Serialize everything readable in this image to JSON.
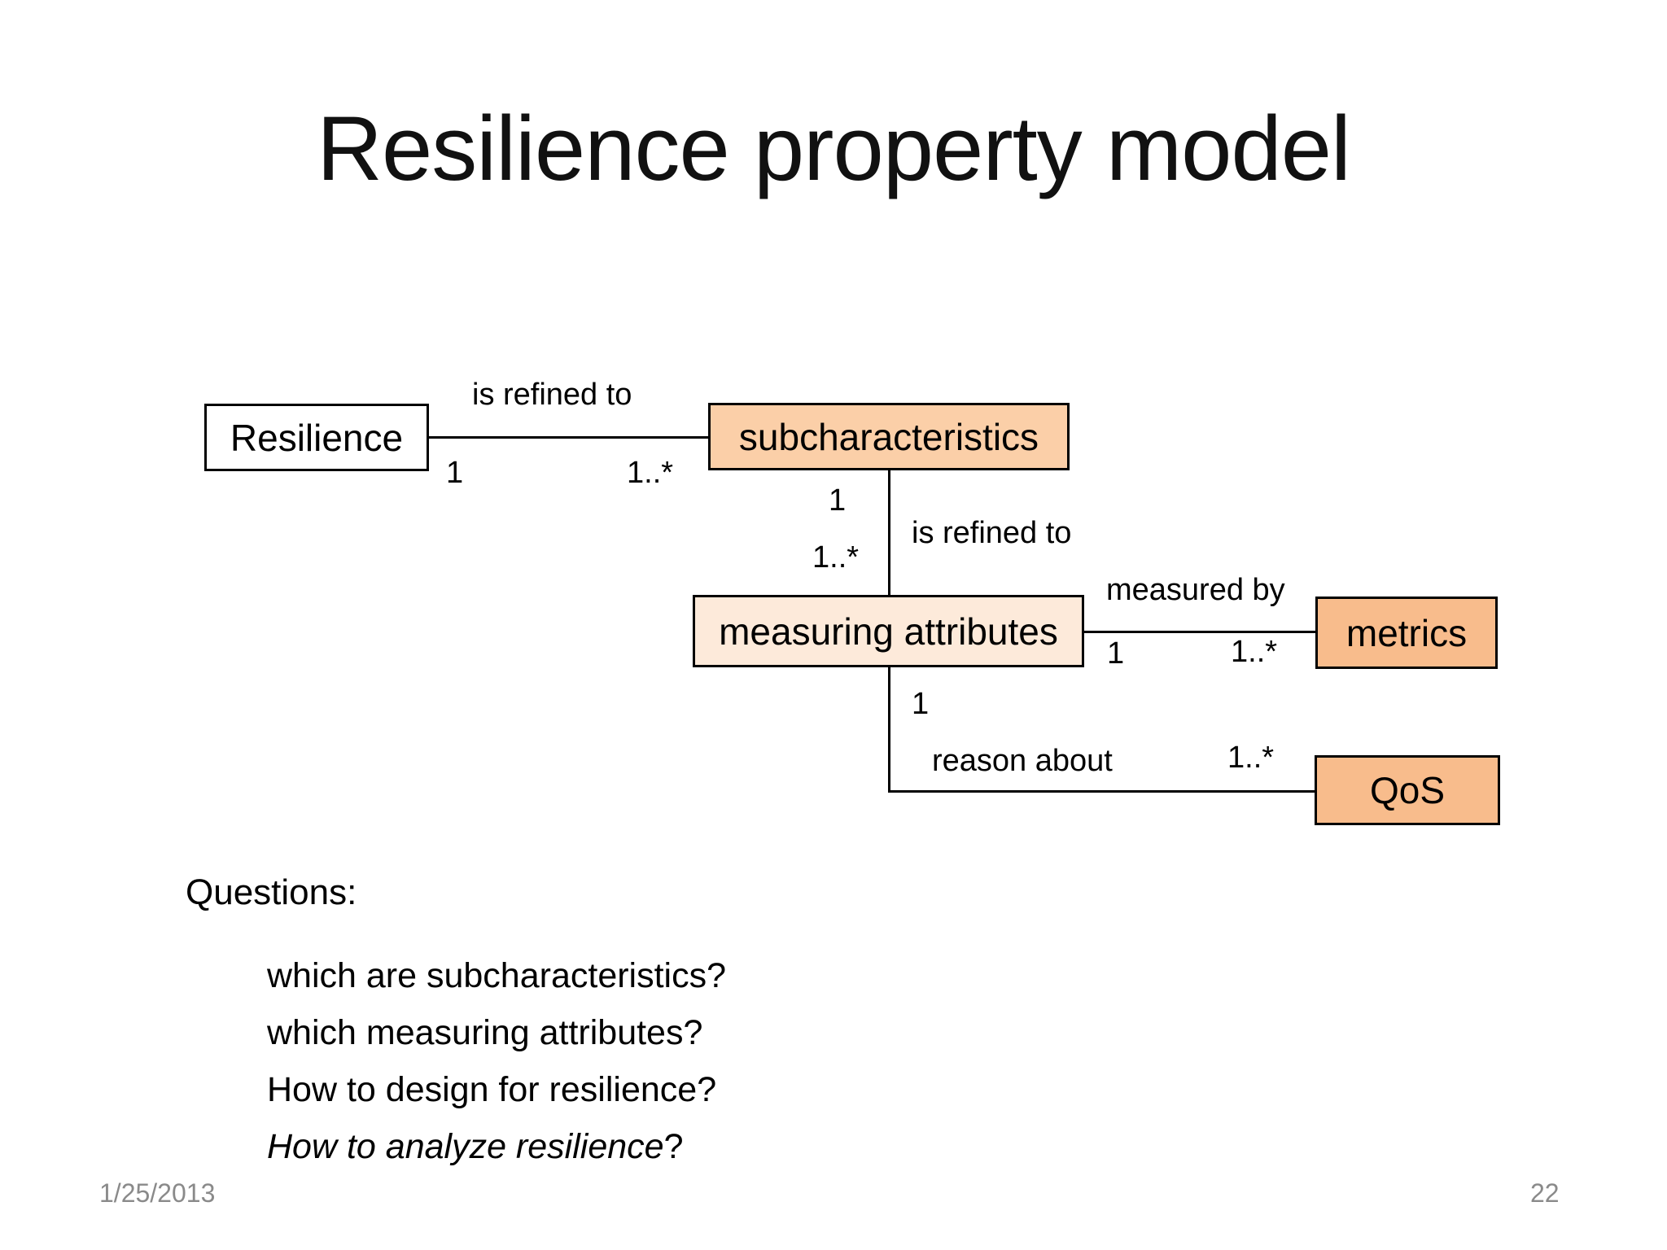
{
  "slide": {
    "title": "Resilience property model",
    "footer": {
      "date": "1/25/2013",
      "page_number": "22"
    }
  },
  "colors": {
    "node_resilience_fill": "#FFFFFF",
    "node_subcharacteristics_fill": "#FBCFA8",
    "node_measuring_attributes_fill": "#FDEADA",
    "node_metrics_fill": "#F8BC8C",
    "node_qos_fill": "#F8BC8C",
    "edge_color": "#000000",
    "footer_text": "#8A8A8A"
  },
  "diagram": {
    "nodes": [
      {
        "id": "resilience",
        "label": "Resilience",
        "fill": "#FFFFFF"
      },
      {
        "id": "subcharacteristics",
        "label": "subcharacteristics",
        "fill": "#FBCFA8"
      },
      {
        "id": "measuring-attributes",
        "label": "measuring attributes",
        "fill": "#FDEADA"
      },
      {
        "id": "metrics",
        "label": "metrics",
        "fill": "#F8BC8C"
      },
      {
        "id": "qos",
        "label": "QoS",
        "fill": "#F8BC8C"
      }
    ],
    "edges": [
      {
        "from": "Resilience",
        "to": "subcharacteristics",
        "label": "is refined to",
        "from_multiplicity": "1",
        "to_multiplicity": "1..*"
      },
      {
        "from": "subcharacteristics",
        "to": "measuring attributes",
        "label": "is refined to",
        "from_multiplicity": "1",
        "to_multiplicity": "1..*"
      },
      {
        "from": "measuring attributes",
        "to": "metrics",
        "label": "measured by",
        "from_multiplicity": "1",
        "to_multiplicity": "1..*"
      },
      {
        "from": "measuring attributes",
        "to": "QoS",
        "label": "reason about",
        "from_multiplicity": "1",
        "to_multiplicity": "1..*"
      }
    ]
  },
  "questions": {
    "heading": "Questions:",
    "items": [
      {
        "text": "which are subcharacteristics?",
        "suffix": ""
      },
      {
        "text": "which measuring attributes?",
        "suffix": ""
      },
      {
        "text": "How to design for resilience?",
        "suffix": ""
      },
      {
        "text": "How to analyze resilience",
        "suffix": "?"
      }
    ]
  }
}
